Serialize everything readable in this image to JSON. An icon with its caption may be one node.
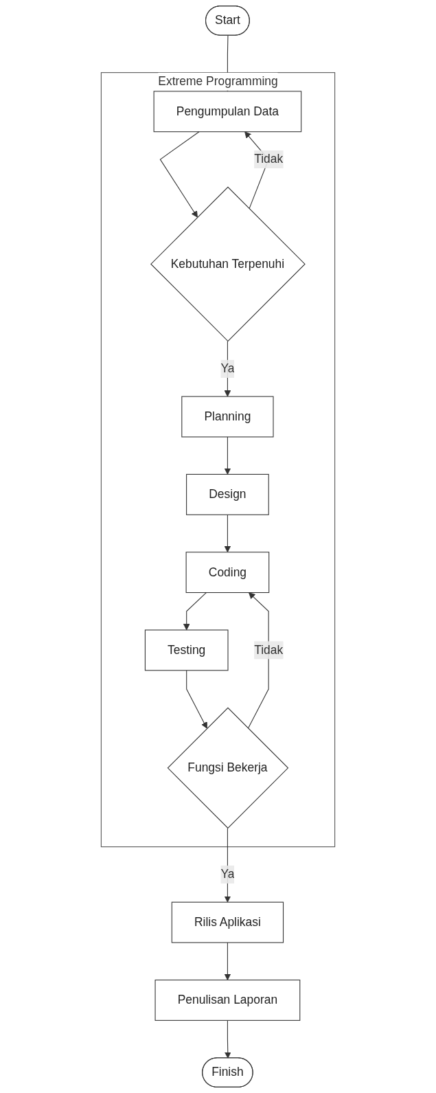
{
  "diagram": {
    "nodes": [
      {
        "text": [
          "Start"
        ]
      },
      {
        "text": [
          "Extreme Programming"
        ]
      },
      {
        "text": [
          "Pengumpulan Data"
        ],
        "in": 1
      },
      {
        "text": [
          "Kebutuhan Terpenuhi"
        ],
        "in": 1
      },
      {
        "text": [
          "Planning"
        ],
        "in": 1
      },
      {
        "text": [
          "Design"
        ],
        "in": 1
      },
      {
        "text": [
          "Coding"
        ],
        "in": 1
      },
      {
        "text": [
          "Testing"
        ],
        "in": 1
      },
      {
        "text": [
          "Fungsi Bekerja"
        ],
        "in": 1
      },
      {
        "text": [
          "Rilis Aplikasi"
        ]
      },
      {
        "text": [
          "Penulisan Laporan"
        ]
      },
      {
        "text": [
          "Finish"
        ]
      }
    ],
    "edges": [
      {
        "from": 0,
        "to": 2,
        "arrow": "to"
      },
      {
        "from": 2,
        "to": 3,
        "arrow": "to"
      },
      {
        "from": 3,
        "to": 2,
        "arrow": "to",
        "label": "Tidak"
      },
      {
        "from": 3,
        "to": 4,
        "arrow": "to",
        "label": "Ya"
      },
      {
        "from": 4,
        "to": 5,
        "arrow": "to"
      },
      {
        "from": 5,
        "to": 6,
        "arrow": "to"
      },
      {
        "from": 6,
        "to": 7,
        "arrow": "to"
      },
      {
        "from": 7,
        "to": 8,
        "arrow": "to"
      },
      {
        "from": 8,
        "to": 6,
        "arrow": "to",
        "label": "Tidak"
      },
      {
        "from": 8,
        "to": 9,
        "arrow": "to",
        "label": "Ya"
      },
      {
        "from": 9,
        "to": 10,
        "arrow": "to"
      },
      {
        "from": 10,
        "to": 11,
        "arrow": "to"
      }
    ]
  }
}
